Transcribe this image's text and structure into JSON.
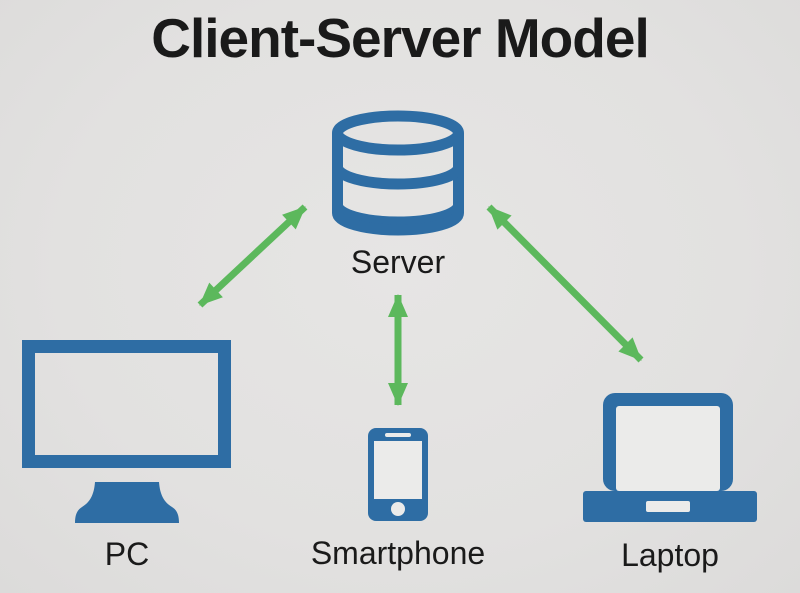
{
  "title": "Client-Server Model",
  "colors": {
    "background": "#e2e1e0",
    "device_blue": "#2e6da4",
    "arrow_green": "#5cb85c",
    "text": "#1a1a1a",
    "screen_light": "#ebebea"
  },
  "nodes": {
    "server": {
      "label": "Server",
      "icon": "database-icon",
      "role": "server"
    },
    "pc": {
      "label": "PC",
      "icon": "desktop-monitor-icon",
      "role": "client"
    },
    "smartphone": {
      "label": "Smartphone",
      "icon": "smartphone-icon",
      "role": "client"
    },
    "laptop": {
      "label": "Laptop",
      "icon": "laptop-icon",
      "role": "client"
    }
  },
  "connections": [
    {
      "from": "server",
      "to": "pc",
      "style": "double-headed-arrow"
    },
    {
      "from": "server",
      "to": "smartphone",
      "style": "double-headed-arrow"
    },
    {
      "from": "server",
      "to": "laptop",
      "style": "double-headed-arrow"
    }
  ]
}
